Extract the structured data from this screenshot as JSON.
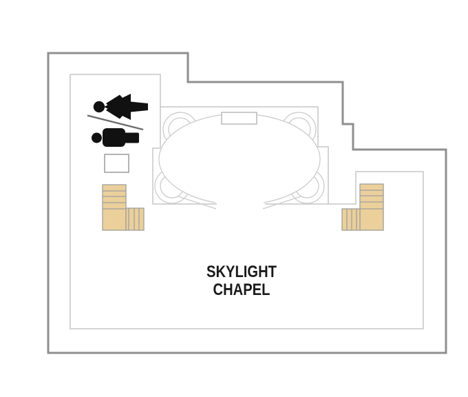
{
  "plan": {
    "name": "skylight-chapel-deck-plan",
    "label_line1": "SKYLIGHT",
    "label_line2": "CHAPEL"
  },
  "colors": {
    "stair_fill": "#ebd09b",
    "stair_border": "#9e9e9e",
    "hull_outline": "#8f8f8f",
    "wall_outline": "#c6c6c6",
    "chapel_detail": "#cbcbcb",
    "icon_black": "#111111",
    "label_text": "#1a1a1a",
    "background": "#ffffff"
  },
  "icons": {
    "woman": "woman-restroom-icon",
    "man": "man-restroom-icon",
    "stairs_left": "stairs-icon",
    "stairs_right": "stairs-icon"
  }
}
